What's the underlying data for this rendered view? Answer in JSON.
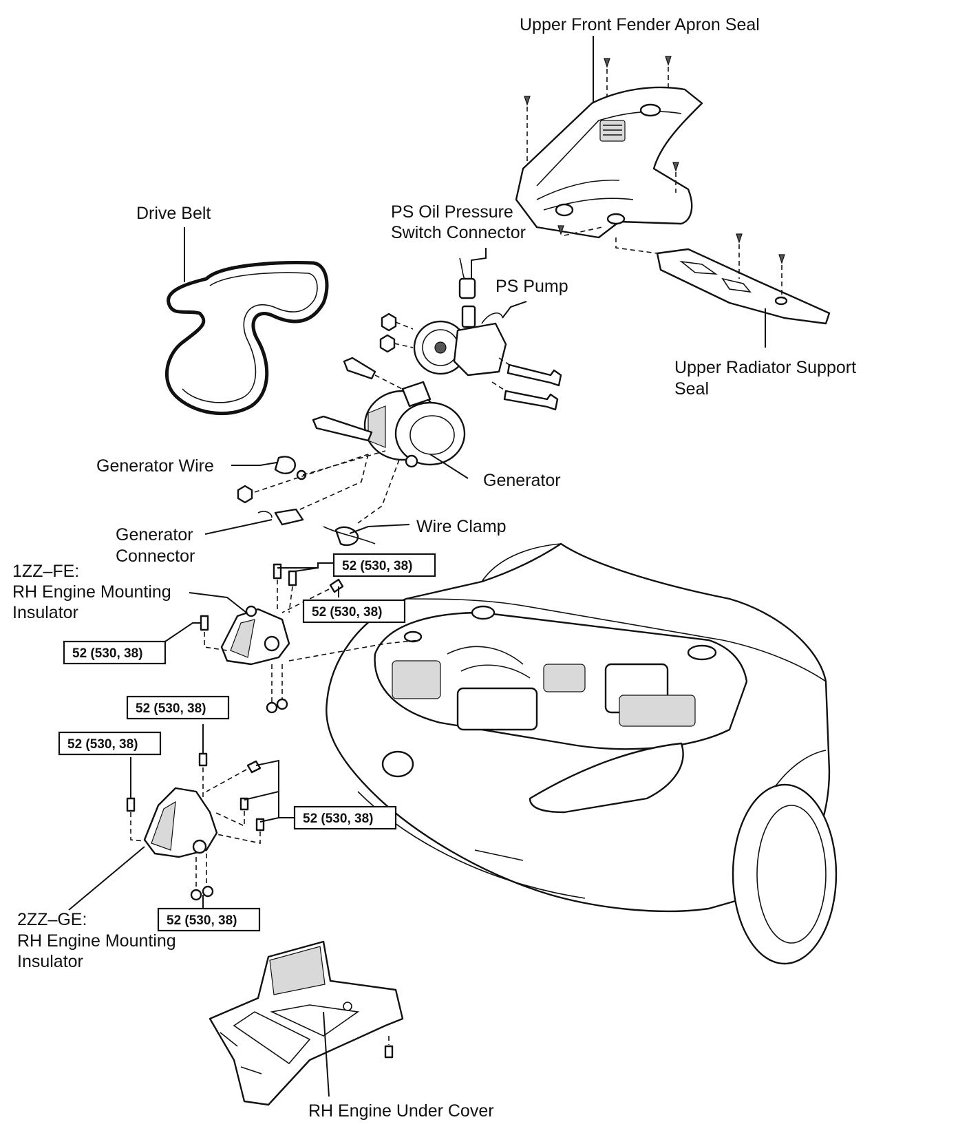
{
  "labels": {
    "upper_front_fender_apron_seal": "Upper Front Fender Apron Seal",
    "drive_belt": "Drive Belt",
    "ps_oil_pressure_line1": "PS Oil Pressure",
    "ps_oil_pressure_line2": "Switch Connector",
    "ps_pump": "PS Pump",
    "upper_radiator_line1": "Upper Radiator Support",
    "upper_radiator_line2": "Seal",
    "generator_wire": "Generator Wire",
    "generator": "Generator",
    "generator_connector_line1": "Generator",
    "generator_connector_line2": "Connector",
    "wire_clamp": "Wire Clamp",
    "zz1_line1": "1ZZ–FE:",
    "zz1_line2": "RH Engine Mounting",
    "zz1_line3": "Insulator",
    "zz2_line1": "2ZZ–GE:",
    "zz2_line2": "RH Engine Mounting",
    "zz2_line3": "Insulator",
    "rh_engine_under_cover": "RH Engine Under Cover"
  },
  "torque": {
    "t1": "52 (530, 38)",
    "t2": "52 (530, 38)",
    "t3": "52 (530, 38)",
    "t4": "52 (530, 38)",
    "t5": "52 (530, 38)",
    "t6": "52 (530, 38)",
    "t7": "52 (530, 38)"
  }
}
